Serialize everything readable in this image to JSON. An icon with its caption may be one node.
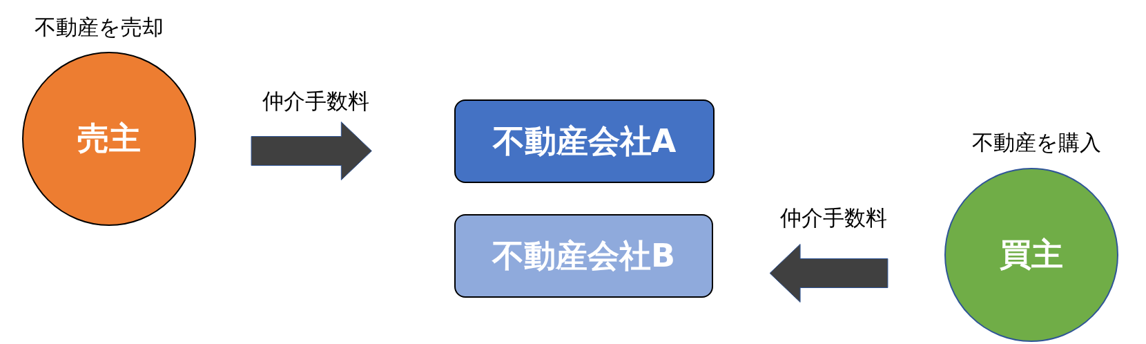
{
  "diagram": {
    "nodes": [
      {
        "text": [
          "売主"
        ],
        "beside": [
          "不動産を売却"
        ]
      },
      {
        "text": [
          "不動産会社A"
        ]
      },
      {
        "text": [
          "不動産会社B"
        ]
      },
      {
        "text": [
          "買主"
        ],
        "beside": [
          "不動産を購入"
        ]
      }
    ],
    "edges": [
      {
        "from": 0,
        "to": 1,
        "arrow": "to",
        "label": "仲介手数料"
      },
      {
        "from": 3,
        "to": 2,
        "arrow": "to",
        "label": "仲介手数料"
      }
    ]
  }
}
